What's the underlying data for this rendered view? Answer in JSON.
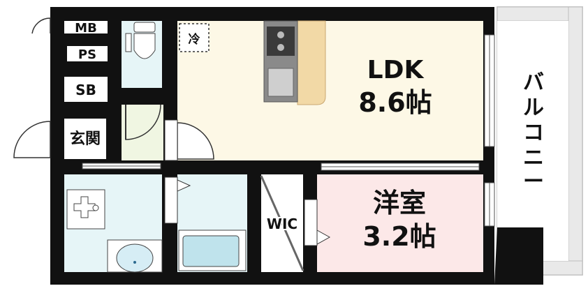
{
  "colors": {
    "wall": "#111111",
    "ldk_floor": "#fdf8e6",
    "bedroom_floor": "#fce8e8",
    "wet_area": "#e6f5f7",
    "entrance": "#f0f6e2",
    "counter": "#f2d9a6",
    "balcony_rail": "#e9e9e9"
  },
  "rooms": {
    "ldk": {
      "name": "LDK",
      "size": "8.6帖"
    },
    "bedroom": {
      "name": "洋室",
      "size": "3.2帖"
    },
    "wic": "WIC",
    "entrance": "玄関",
    "balcony": [
      "バ",
      "ル",
      "コ",
      "ニ",
      "ー"
    ]
  },
  "storage": {
    "mb": "MB",
    "ps": "PS",
    "sb": "SB"
  },
  "appliances": {
    "fridge": "冷"
  }
}
